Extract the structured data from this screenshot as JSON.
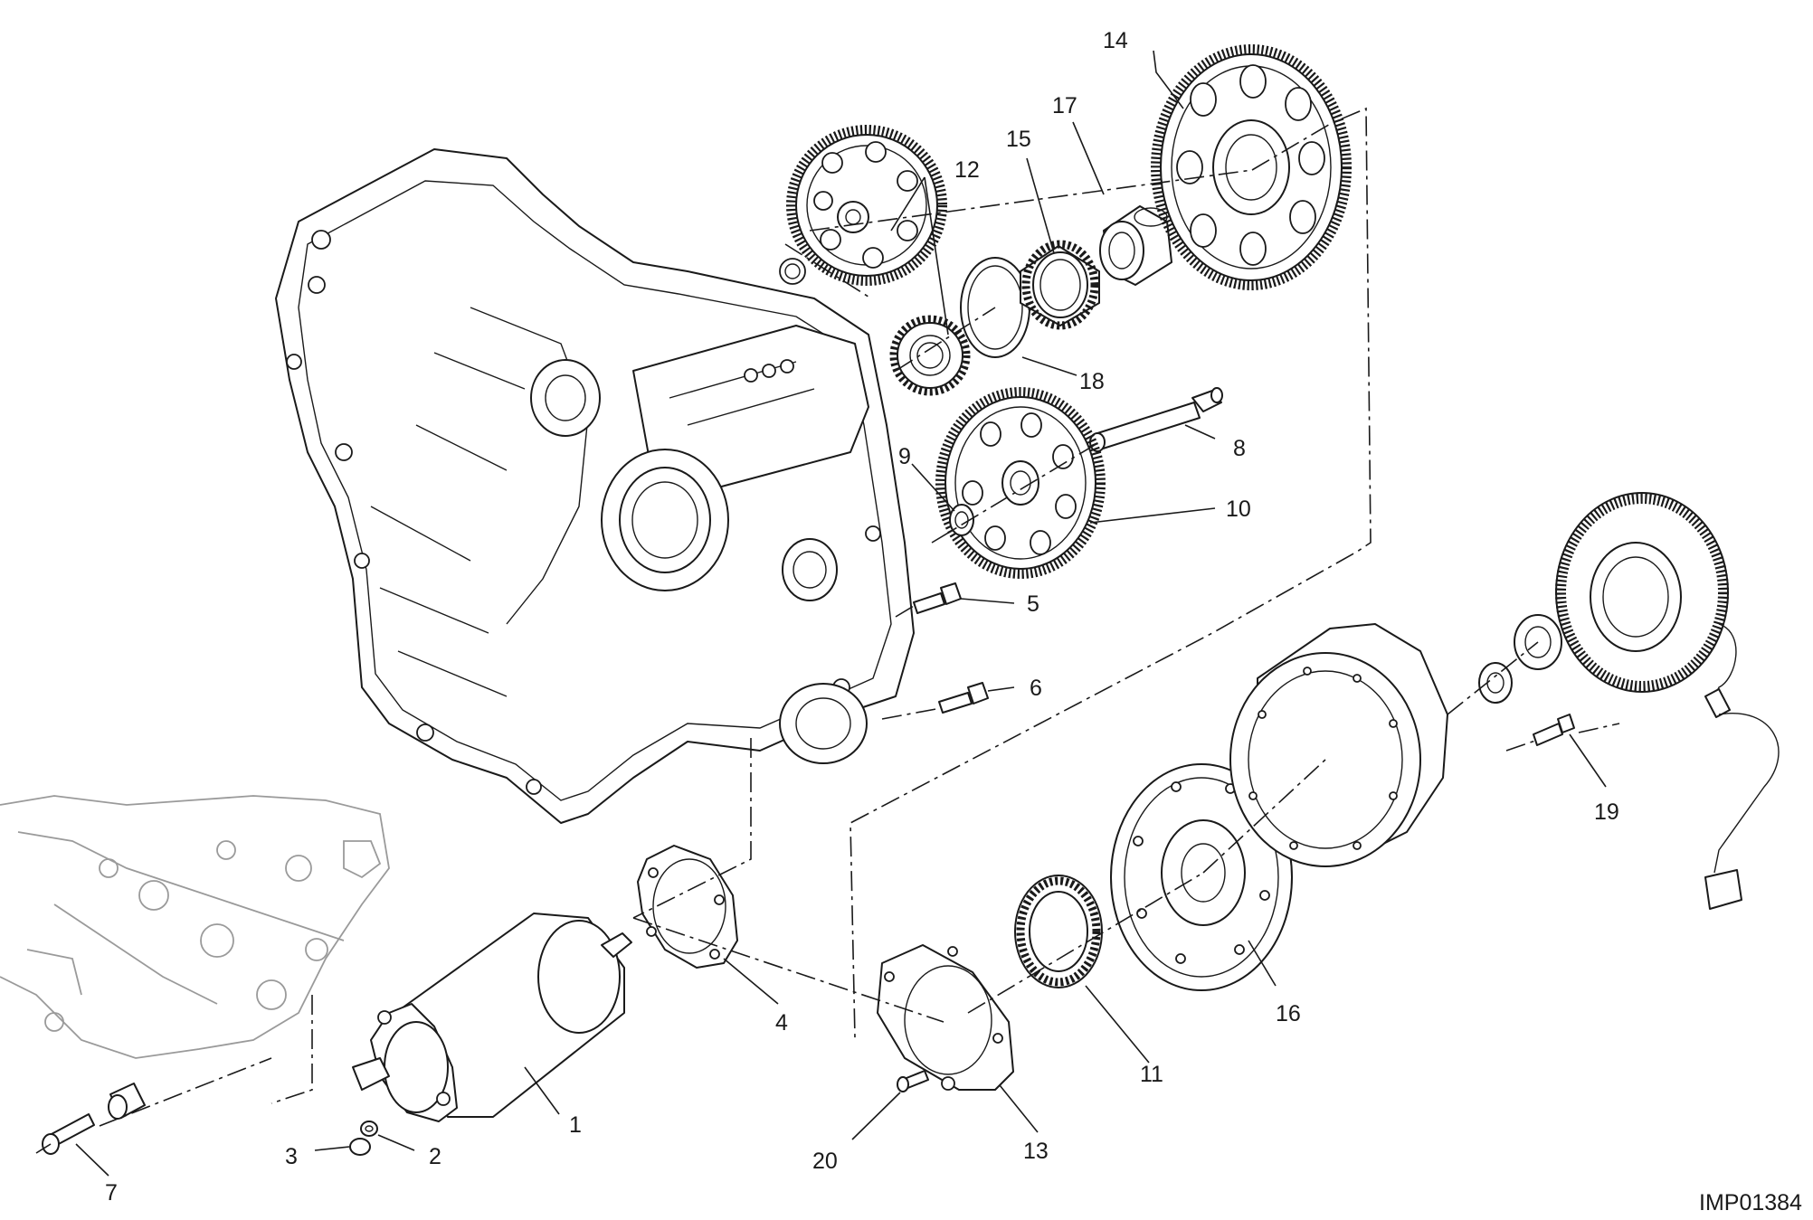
{
  "callouts": {
    "c1": "1",
    "c2": "2",
    "c3": "3",
    "c4": "4",
    "c5": "5",
    "c6": "6",
    "c7": "7",
    "c8": "8",
    "c9": "9",
    "c10": "10",
    "c11": "11",
    "c12": "12",
    "c13": "13",
    "c14": "14",
    "c15": "15",
    "c16": "16",
    "c17": "17",
    "c18": "18",
    "c19": "19",
    "c20": "20"
  },
  "reference_code": "IMP01384"
}
